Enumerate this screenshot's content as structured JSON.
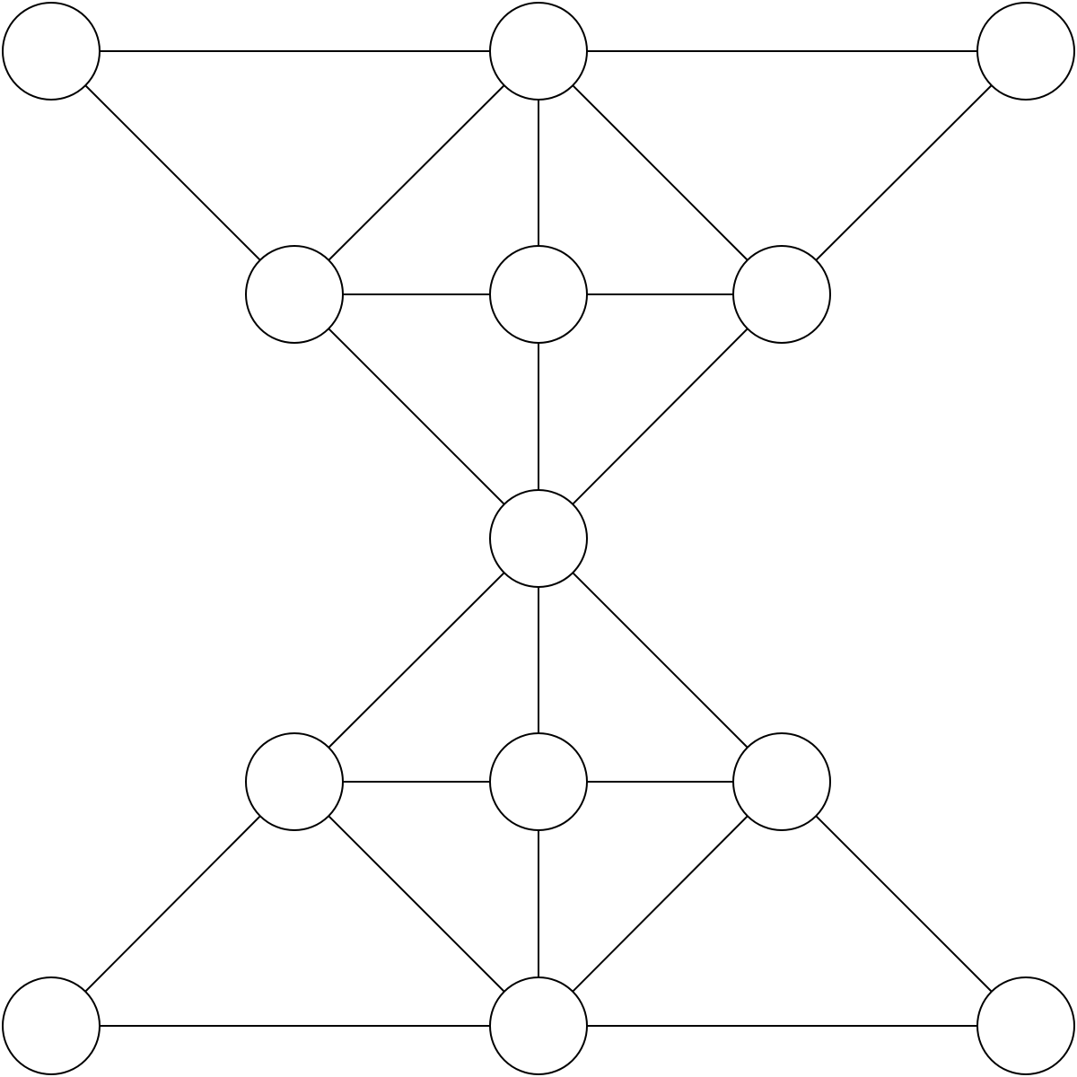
{
  "colors": {
    "background": "#ffffff",
    "stroke": "#000000",
    "node_fill": "#ffffff"
  },
  "graph": {
    "nodes": [
      {
        "id": "n0"
      },
      {
        "id": "n1"
      },
      {
        "id": "n2"
      },
      {
        "id": "n3"
      },
      {
        "id": "n4"
      },
      {
        "id": "n5"
      },
      {
        "id": "n6"
      },
      {
        "id": "n7"
      },
      {
        "id": "n8"
      },
      {
        "id": "n9"
      },
      {
        "id": "n10"
      },
      {
        "id": "n11"
      },
      {
        "id": "n12"
      }
    ],
    "edges": [
      [
        "n0",
        "n1"
      ],
      [
        "n1",
        "n2"
      ],
      [
        "n0",
        "n3"
      ],
      [
        "n1",
        "n3"
      ],
      [
        "n1",
        "n4"
      ],
      [
        "n1",
        "n5"
      ],
      [
        "n2",
        "n5"
      ],
      [
        "n3",
        "n4"
      ],
      [
        "n4",
        "n5"
      ],
      [
        "n3",
        "n6"
      ],
      [
        "n4",
        "n6"
      ],
      [
        "n5",
        "n6"
      ],
      [
        "n6",
        "n7"
      ],
      [
        "n6",
        "n8"
      ],
      [
        "n6",
        "n9"
      ],
      [
        "n7",
        "n8"
      ],
      [
        "n8",
        "n9"
      ],
      [
        "n7",
        "n10"
      ],
      [
        "n7",
        "n11"
      ],
      [
        "n8",
        "n11"
      ],
      [
        "n9",
        "n11"
      ],
      [
        "n9",
        "n12"
      ],
      [
        "n10",
        "n11"
      ],
      [
        "n11",
        "n12"
      ]
    ]
  }
}
